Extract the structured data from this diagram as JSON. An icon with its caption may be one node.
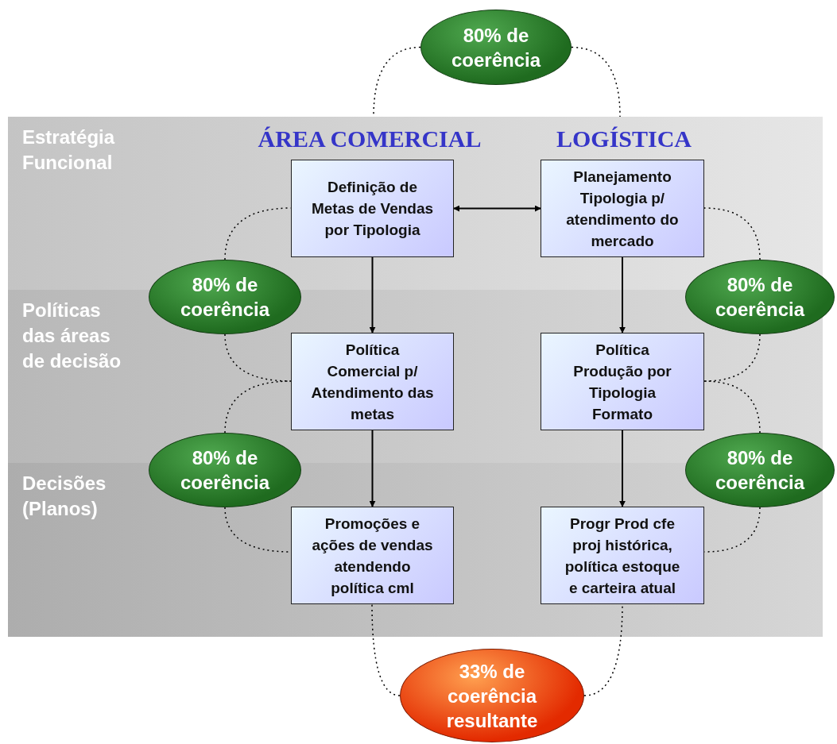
{
  "diagram": {
    "nodes": [
      {
        "text": [
          "80% de coerência"
        ]
      },
      {
        "text": [
          "Estratégia Funcional"
        ]
      },
      {
        "text": [
          "Definição de Metas de Vendas por Tipologia"
        ],
        "in": 1
      },
      {
        "text": [
          "Planejamento Tipologia p/ atendimento do mercado"
        ],
        "in": 1
      },
      {
        "text": [
          "80% de coerência"
        ]
      },
      {
        "text": [
          "80% de coerência"
        ]
      },
      {
        "text": [
          "Políticas das áreas de decisão"
        ]
      },
      {
        "text": [
          "Política Comercial p/ Atendimento das metas"
        ],
        "in": 6
      },
      {
        "text": [
          "Política Produção por Tipologia Formato"
        ],
        "in": 6
      },
      {
        "text": [
          "80% de coerência"
        ]
      },
      {
        "text": [
          "80% de coerência"
        ]
      },
      {
        "text": [
          "Decisões (Planos)"
        ]
      },
      {
        "text": [
          "Promoções e ações de vendas atendendo política cml"
        ],
        "in": 11
      },
      {
        "text": [
          "Progr Prod cfe proj histórica, política estoque e carteira atual"
        ],
        "in": 11
      },
      {
        "text": [
          "33% de coerência resultante"
        ]
      }
    ],
    "edges": [
      {
        "from": 2,
        "to": 3,
        "arrow": "both"
      },
      {
        "from": 2,
        "to": 7,
        "arrow": "to"
      },
      {
        "from": 7,
        "to": 12,
        "arrow": "to"
      },
      {
        "from": 3,
        "to": 8,
        "arrow": "to"
      },
      {
        "from": 8,
        "to": 13,
        "arrow": "to"
      },
      {
        "from": 0,
        "to": 1,
        "arrow": "none",
        "style": "dashed"
      },
      {
        "from": 0,
        "to": 1,
        "arrow": "none",
        "style": "dashed"
      },
      {
        "from": 4,
        "to": 2,
        "arrow": "none",
        "style": "dashed"
      },
      {
        "from": 4,
        "to": 7,
        "arrow": "none",
        "style": "dashed"
      },
      {
        "from": 5,
        "to": 3,
        "arrow": "none",
        "style": "dashed"
      },
      {
        "from": 5,
        "to": 8,
        "arrow": "none",
        "style": "dashed"
      },
      {
        "from": 9,
        "to": 7,
        "arrow": "none",
        "style": "dashed"
      },
      {
        "from": 9,
        "to": 12,
        "arrow": "none",
        "style": "dashed"
      },
      {
        "from": 10,
        "to": 8,
        "arrow": "none",
        "style": "dashed"
      },
      {
        "from": 10,
        "to": 13,
        "arrow": "none",
        "style": "dashed"
      },
      {
        "from": 14,
        "to": 12,
        "arrow": "none",
        "style": "dashed"
      },
      {
        "from": 14,
        "to": 13,
        "arrow": "none",
        "style": "dashed"
      }
    ],
    "labels": [
      "ÁREA COMERCIAL",
      "LOGÍSTICA"
    ]
  }
}
